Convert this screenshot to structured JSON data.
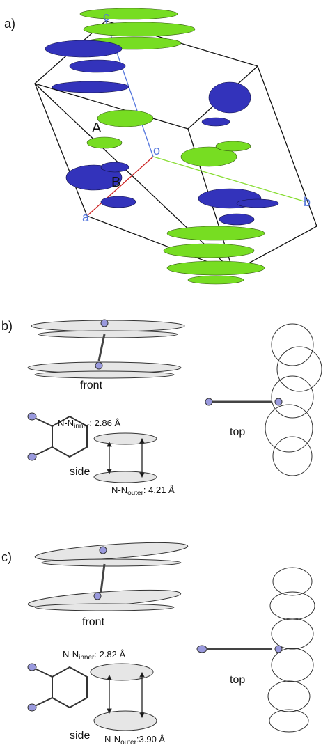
{
  "panel_a": {
    "label": "a)",
    "mol_labels": [
      "A",
      "B"
    ],
    "axes": {
      "a": "a",
      "b": "b",
      "c": "c",
      "o": "o"
    },
    "colors": {
      "blue": "#3333bb",
      "green": "#77dd22",
      "axis_a": "#cc2222",
      "axis_b": "#88dd33",
      "axis_c": "#5577dd"
    }
  },
  "panel_b": {
    "label": "b)",
    "front": "front",
    "top": "top",
    "side": "side",
    "nn_inner_prefix": "N-N",
    "nn_inner_sub": "inner",
    "nn_inner_value": ": 2.86 Å",
    "nn_outer_prefix": "N-N",
    "nn_outer_sub": "outer",
    "nn_outer_value": ": 4.21 Å"
  },
  "panel_c": {
    "label": "c)",
    "front": "front",
    "top": "top",
    "side": "side",
    "nn_inner_prefix": "N-N",
    "nn_inner_sub": "inner",
    "nn_inner_value": ": 2.82 Å",
    "nn_outer_prefix": "N-N",
    "nn_outer_sub": "outer",
    "nn_outer_value": ":3.90 Å"
  }
}
